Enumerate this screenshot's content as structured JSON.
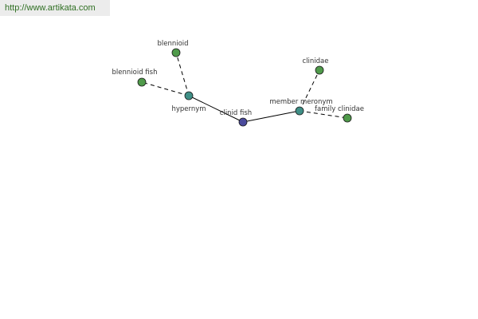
{
  "source_url": "http://www.artikata.com",
  "colors": {
    "center_node": "#4a4a9c",
    "relation_node": "#3f8f86",
    "leaf_node": "#4f9a4a",
    "solid_edge": "#000000",
    "dashed_edge": "#000000",
    "link_text": "#2f6f22"
  },
  "graph": {
    "nodes": [
      {
        "id": "clinid_fish",
        "label": "clinid fish",
        "kind": "center"
      },
      {
        "id": "hypernym",
        "label": "hypernym",
        "kind": "relation"
      },
      {
        "id": "member_meronym",
        "label": "member meronym",
        "kind": "relation"
      },
      {
        "id": "blennioid",
        "label": "blennioid",
        "kind": "leaf"
      },
      {
        "id": "blennioid_fish",
        "label": "blennioid fish",
        "kind": "leaf"
      },
      {
        "id": "clinidae",
        "label": "clinidae",
        "kind": "leaf"
      },
      {
        "id": "family_clinidae",
        "label": "family clinidae",
        "kind": "leaf"
      }
    ],
    "edges": [
      {
        "from": "clinid_fish",
        "to": "hypernym",
        "style": "solid"
      },
      {
        "from": "clinid_fish",
        "to": "member_meronym",
        "style": "solid"
      },
      {
        "from": "hypernym",
        "to": "blennioid",
        "style": "dashed"
      },
      {
        "from": "hypernym",
        "to": "blennioid_fish",
        "style": "dashed"
      },
      {
        "from": "member_meronym",
        "to": "clinidae",
        "style": "dashed"
      },
      {
        "from": "member_meronym",
        "to": "family_clinidae",
        "style": "dashed"
      }
    ]
  }
}
